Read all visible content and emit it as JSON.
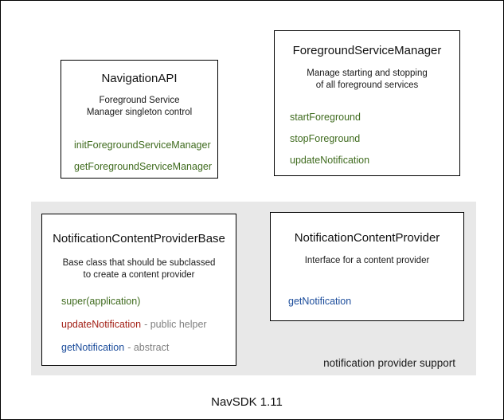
{
  "colors": {
    "method_green": "#3f6b1e",
    "method_red": "#a32117",
    "method_blue": "#1b4c9b",
    "annotation_gray": "#808080",
    "group_bg": "#e8e8e8"
  },
  "boxes": [
    {
      "title": "NavigationAPI",
      "description_lines": [
        "Foreground Service",
        "Manager singleton control"
      ],
      "methods": [
        {
          "name": "initForegroundServiceManager",
          "color": "method_green",
          "suffix": ""
        },
        {
          "name": "getForegroundServiceManager",
          "color": "method_green",
          "suffix": ""
        }
      ]
    },
    {
      "title": "ForegroundServiceManager",
      "description_lines": [
        "Manage starting and stopping",
        "of all foreground services"
      ],
      "methods": [
        {
          "name": "startForeground",
          "color": "method_green",
          "suffix": ""
        },
        {
          "name": "stopForeground",
          "color": "method_green",
          "suffix": ""
        },
        {
          "name": "updateNotification",
          "color": "method_green",
          "suffix": ""
        }
      ]
    },
    {
      "title": "NotificationContentProviderBase",
      "description_lines": [
        "Base class that should be subclassed",
        "to create a content provider"
      ],
      "methods": [
        {
          "name": "super(application)",
          "color": "method_green",
          "suffix": ""
        },
        {
          "name": "updateNotification",
          "color": "method_red",
          "suffix": "- public helper"
        },
        {
          "name": "getNotification",
          "color": "method_blue",
          "suffix": "- abstract"
        }
      ]
    },
    {
      "title": "NotificationContentProvider",
      "description_lines": [
        "Interface for a content provider"
      ],
      "methods": [
        {
          "name": "getNotification",
          "color": "method_blue",
          "suffix": ""
        }
      ]
    }
  ],
  "group_label": "notification provider support",
  "caption": "NavSDK 1.11"
}
